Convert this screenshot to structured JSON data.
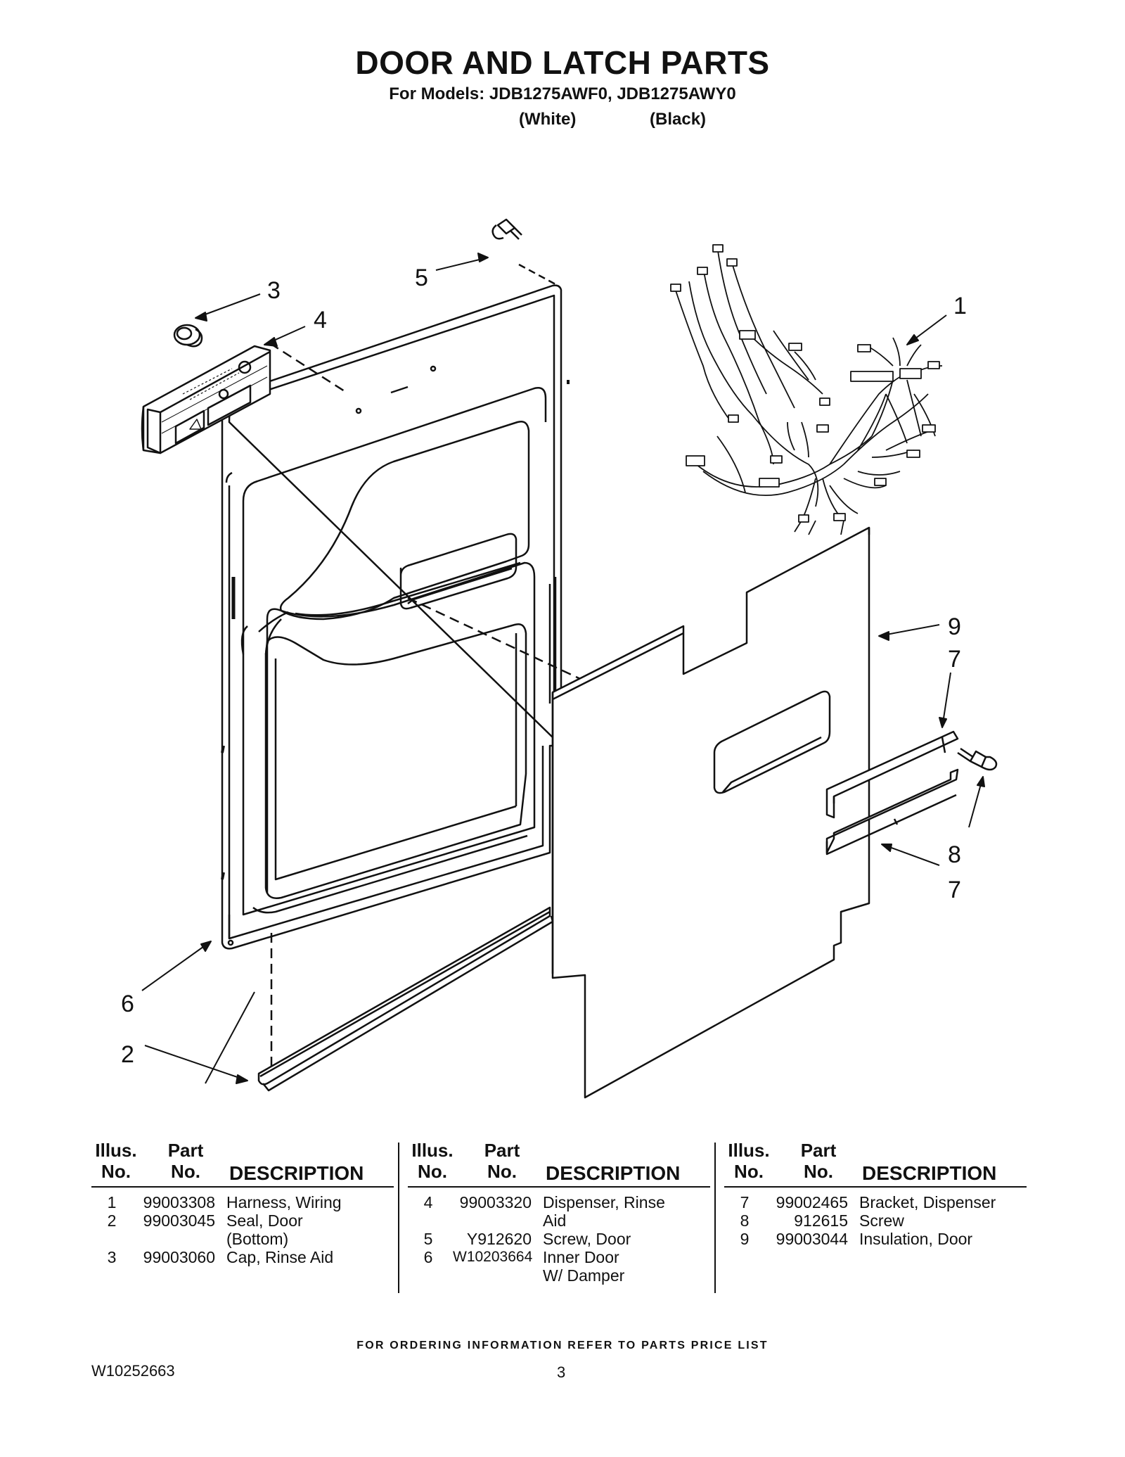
{
  "header": {
    "title": "DOOR AND LATCH PARTS",
    "models": "For Models: JDB1275AWF0, JDB1275AWY0",
    "color_white": "(White)",
    "color_black": "(Black)"
  },
  "callouts": {
    "c1": "1",
    "c2": "2",
    "c3": "3",
    "c4": "4",
    "c5": "5",
    "c6": "6",
    "c7a": "7",
    "c7b": "7",
    "c8": "8",
    "c9": "9"
  },
  "table_headers": {
    "illus_1": "Illus.",
    "illus_2": "No.",
    "part_1": "Part",
    "part_2": "No.",
    "description": "DESCRIPTION"
  },
  "parts": {
    "col1": [
      {
        "no": "1",
        "part": "99003308",
        "desc": "Harness, Wiring"
      },
      {
        "no": "2",
        "part": "99003045",
        "desc": "Seal, Door\n(Bottom)"
      },
      {
        "no": "3",
        "part": "99003060",
        "desc": "Cap, Rinse Aid"
      }
    ],
    "col2": [
      {
        "no": "4",
        "part": "99003320",
        "desc": "Dispenser, Rinse\nAid"
      },
      {
        "no": "5",
        "part": "Y912620",
        "desc": "Screw, Door"
      },
      {
        "no": "6",
        "part": "W10203664",
        "desc": "Inner Door\n W/ Damper"
      }
    ],
    "col3": [
      {
        "no": "7",
        "part": "99002465",
        "desc": "Bracket, Dispenser"
      },
      {
        "no": "8",
        "part": "912615",
        "desc": "Screw"
      },
      {
        "no": "9",
        "part": "99003044",
        "desc": "Insulation, Door"
      }
    ]
  },
  "footer": {
    "ordering_note": "FOR ORDERING INFORMATION REFER TO PARTS PRICE LIST",
    "doc_number": "W10252663",
    "page_number": "3"
  }
}
